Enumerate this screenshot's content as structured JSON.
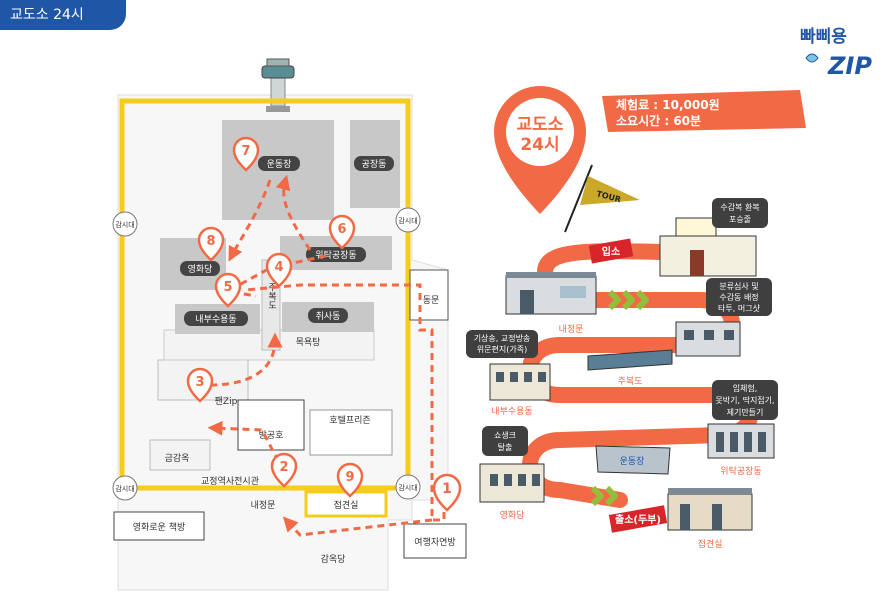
{
  "header": {
    "badge": "교도소 24시"
  },
  "logo": {
    "text_line1": "빠삐용",
    "text_line2": "ZIP"
  },
  "map": {
    "buildings": {
      "exercise_yard": "운동장",
      "factory": "공장동",
      "movie_hall": "영화당",
      "consignment_factory": "위탁공장동",
      "inner_custody": "내부수용동",
      "kitchen": "취사동",
      "bathhouse": "목욕탕",
      "corridor": "주복도",
      "pen_zip": "팬Zip",
      "solitary": "방공호",
      "hotel_prison": "호텔프리즌",
      "gold_cell": "금감옥",
      "history_hall": "교정역사전시관",
      "visit_room": "접견실",
      "main_gate": "내정문",
      "east_gate": "동문",
      "bookroom": "영화로운 책방",
      "prison_hall": "감옥당",
      "travel_center": "여행자연방"
    },
    "watchtowers": [
      "감시대",
      "감시대",
      "감시대",
      "감시대"
    ],
    "numbered_markers": [
      "1",
      "2",
      "3",
      "4",
      "5",
      "6",
      "7",
      "8",
      "9"
    ]
  },
  "colors": {
    "route": "#f26a45",
    "wall": "#f6cc1c",
    "building": "#cccccc",
    "badge": "#1f56a6",
    "dark": "#3f3f3f"
  },
  "infographic": {
    "pin_title_line1": "교도소",
    "pin_title_line2": "24시",
    "info_line1": "체험료 : 10,000원",
    "info_line2": "소요시간 : 60분",
    "flag": "TOUR",
    "entry": "입소",
    "exit": "출소(두부)",
    "steps": {
      "inner_gate": "내정문",
      "uniform": "수감복 환복",
      "uniform2": "포승줄",
      "classify": "분류심사 및",
      "classify2": "수감동 배정",
      "classify3": "타투, 머그샷",
      "corridor": "주복도",
      "wakeup": "기상송, 교정방송",
      "wakeup2": "위문편지(가족)",
      "inner_custody": "내부수용동",
      "work": "임체험,",
      "work2": "못박기, 딱지접기,",
      "work3": "제기만들기",
      "consign": "위탁공장동",
      "show": "쇼생크",
      "show2": "탈출",
      "movie": "영화당",
      "exercise": "운동장",
      "visit": "접견실"
    }
  }
}
